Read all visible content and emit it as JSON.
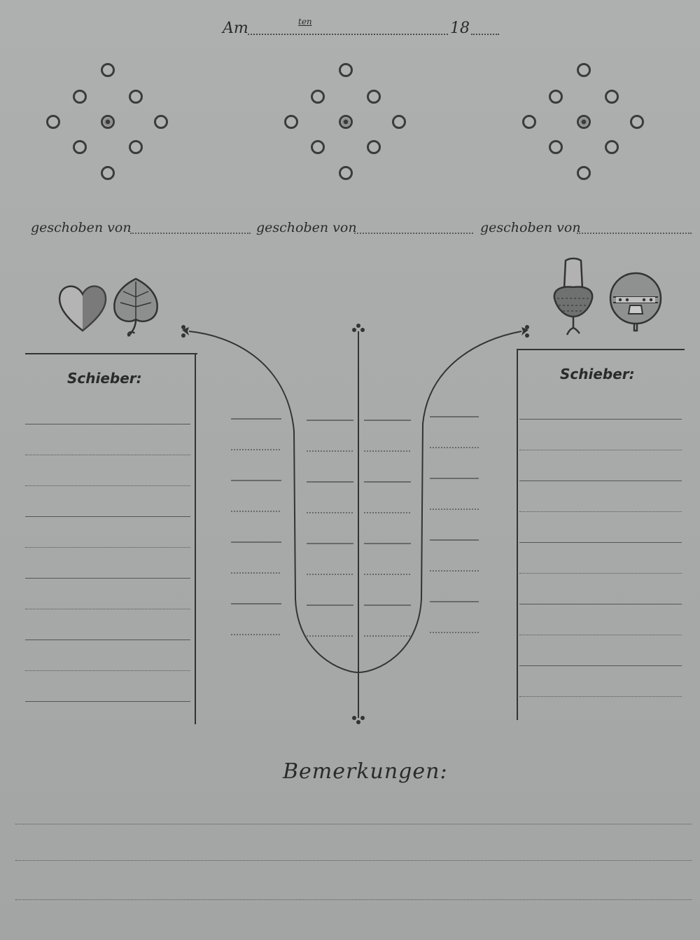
{
  "header": {
    "am": "Am",
    "ten": "ten",
    "year": "18"
  },
  "scores": [
    {
      "label": "geschoben von"
    },
    {
      "label": "geschoben von"
    },
    {
      "label": "geschoben von"
    }
  ],
  "left_table": {
    "title": "Schieber:",
    "suits": [
      "heart-icon",
      "leaf-icon"
    ]
  },
  "right_table": {
    "title": "Schieber:",
    "suits": [
      "acorn-icon",
      "bell-icon"
    ]
  },
  "remarks": {
    "title": "Bemerkungen:"
  }
}
